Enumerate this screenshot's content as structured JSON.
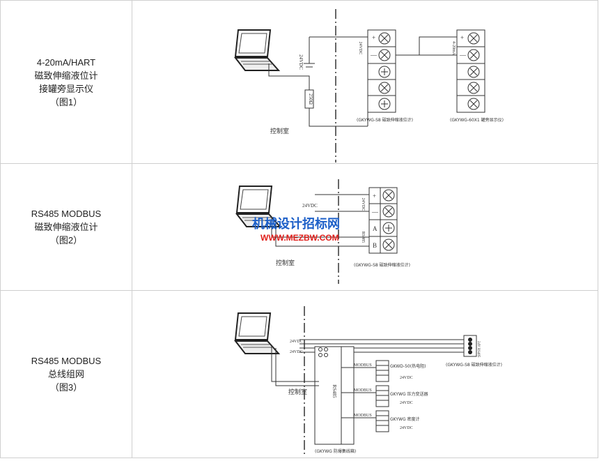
{
  "rows": [
    {
      "label": [
        "4-20mA/HART",
        "磁致伸缩液位计",
        "接罐旁显示仪",
        "（图1）"
      ],
      "diagram": {
        "voltage": "24VDC",
        "resistor": "250Ω",
        "power_label": "24VDC",
        "current_label": "4-20mA",
        "terminal_plus": "+",
        "terminal_minus": "—",
        "control_room": "控制室",
        "caption_left": "(GKYWG-S8 磁致伸缩液位计)",
        "caption_right": "(GKYWG-60X1 罐旁显示仪)"
      }
    },
    {
      "label": [
        "RS485 MODBUS",
        "磁致伸缩液位计",
        "（图2）"
      ],
      "diagram": {
        "voltage": "24VDC",
        "power_label": "24VDC",
        "bus_label": "RS485",
        "terminal_plus": "+",
        "terminal_minus": "—",
        "terminal_a": "A",
        "terminal_b": "B",
        "control_room": "控制室",
        "caption": "(GKYWG-S8 磁致伸缩液位计)"
      }
    },
    {
      "label": [
        "RS485 MODBUS",
        "总线组网",
        "（图3）"
      ],
      "diagram": {
        "voltage_1": "24VDC",
        "voltage_2": "24VDC",
        "bus_vertical": "RS485",
        "modbus": "MODBUS",
        "dev1": "GKWD-50(热电阻)",
        "dev2": "GKYWG 压力变送器",
        "dev3": "GKYWG 密度计",
        "dev_power": "24VDC",
        "top_right_caption": "(GKYWG-S8 磁致伸缩液位计)",
        "top_right_side": "24V RS485",
        "bottom_caption": "(GKYWG 防爆集线箱)",
        "control_room": "控制室"
      }
    }
  ],
  "watermark": {
    "line1": "机械设计招标网",
    "line2": "WWW.MEZBW.COM"
  }
}
